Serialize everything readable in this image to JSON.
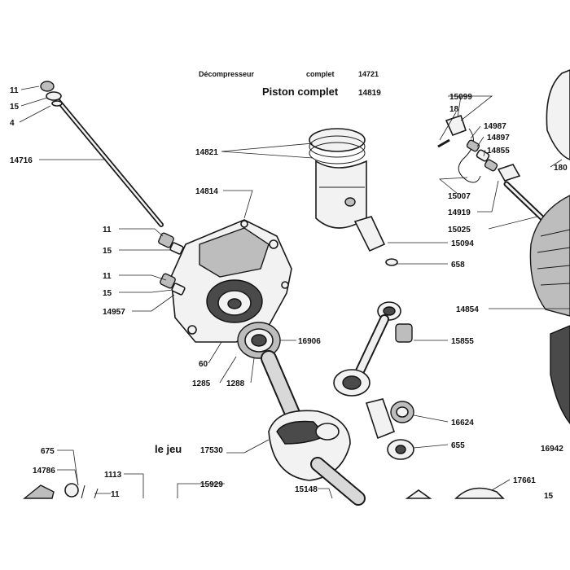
{
  "headings": {
    "decompresseur_label": "Décompresseur",
    "decompresseur_word2": "complet",
    "decompresseur_ref": "14721",
    "piston_label": "Piston complet",
    "piston_ref": "14819",
    "set_label": "le jeu",
    "set_ref": "17530"
  },
  "labels": {
    "l_11a": "11",
    "l_15a": "15",
    "l_4": "4",
    "l_14716": "14716",
    "l_14821": "14821",
    "l_14814": "14814",
    "l_11b": "11",
    "l_15b": "15",
    "l_11c": "11",
    "l_15c": "15",
    "l_14957": "14957",
    "l_60": "60",
    "l_1285": "1285",
    "l_1288": "1288",
    "l_16906": "16906",
    "l_15099": "15099",
    "l_18": "18",
    "l_14987": "14987",
    "l_14897": "14897",
    "l_14855": "14855",
    "l_15007": "15007",
    "l_14919": "14919",
    "l_15025": "15025",
    "l_15094": "15094",
    "l_658": "658",
    "l_14854": "14854",
    "l_15855": "15855",
    "l_16624": "16624",
    "l_655": "655",
    "l_16942": "16942",
    "l_180": "180",
    "l_675": "675",
    "l_14786": "14786",
    "l_1113": "1113",
    "l_11d": "11",
    "l_15929": "15929",
    "l_15148": "15148",
    "l_17661": "17661",
    "l_15d": "15"
  }
}
